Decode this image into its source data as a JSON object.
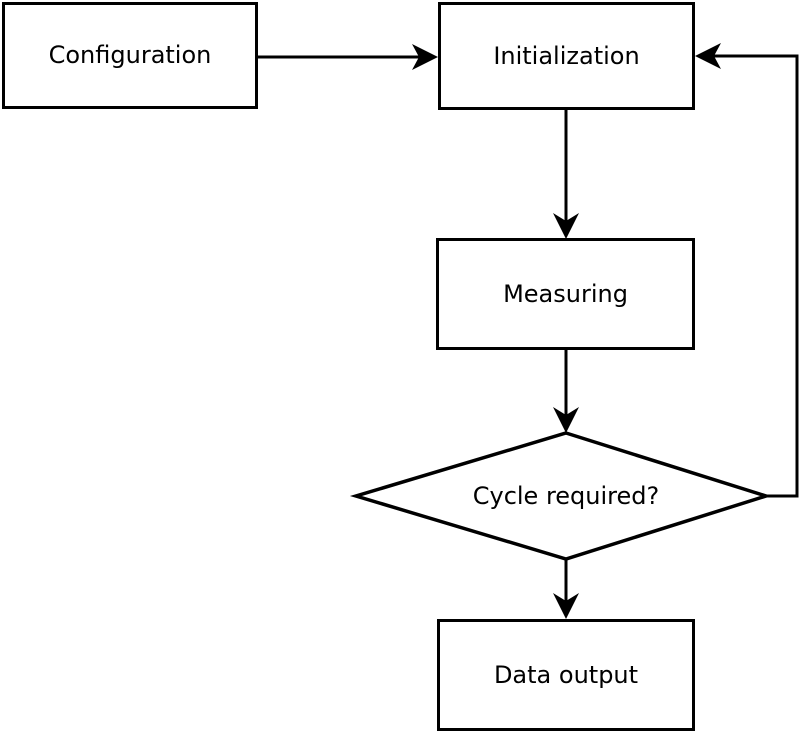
{
  "diagram": {
    "background": "#ffffff",
    "stroke_color": "#000000",
    "text_color": "#000000",
    "nodes": {
      "configuration": {
        "label": "Configuration",
        "shape": "process"
      },
      "initialization": {
        "label": "Initialization",
        "shape": "process"
      },
      "measuring": {
        "label": "Measuring",
        "shape": "process"
      },
      "cycle_required": {
        "label": "Cycle required?",
        "shape": "decision"
      },
      "data_output": {
        "label": "Data output",
        "shape": "process"
      }
    },
    "edges": [
      {
        "from": "configuration",
        "to": "initialization",
        "route": "right"
      },
      {
        "from": "initialization",
        "to": "measuring",
        "route": "down"
      },
      {
        "from": "measuring",
        "to": "cycle_required",
        "route": "down"
      },
      {
        "from": "cycle_required",
        "to": "data_output",
        "route": "down"
      },
      {
        "from": "cycle_required",
        "to": "initialization",
        "route": "right-up-left loop"
      }
    ]
  }
}
